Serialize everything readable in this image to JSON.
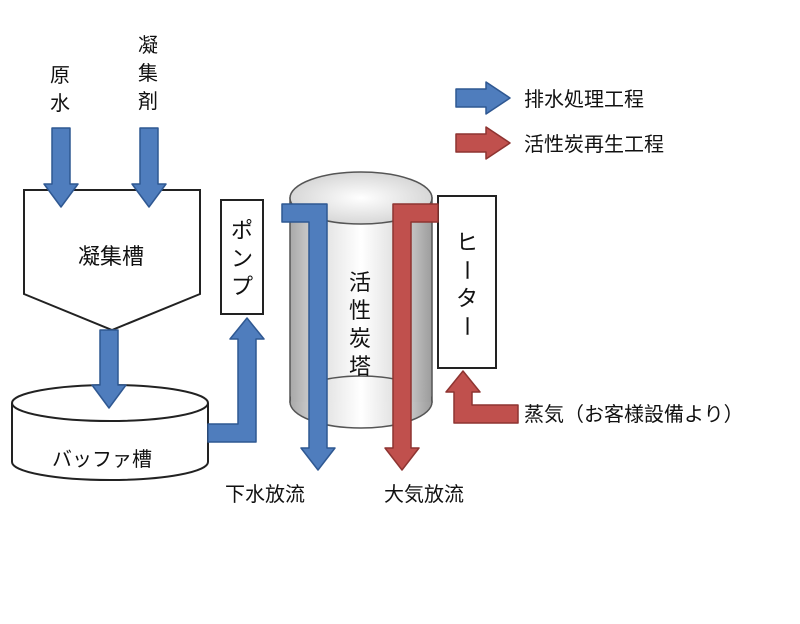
{
  "labels": {
    "raw_water_1": "原",
    "raw_water_2": "水",
    "coagulant_1": "凝",
    "coagulant_2": "集",
    "coagulant_3": "剤",
    "coag_tank": "凝集槽",
    "buffer_tank": "バッファ槽",
    "pump_1": "ポ",
    "pump_2": "ン",
    "pump_3": "プ",
    "tower_1": "活",
    "tower_2": "性",
    "tower_3": "炭",
    "tower_4": "塔",
    "heater_1": "ヒ",
    "heater_2": "ー",
    "heater_3": "タ",
    "heater_4": "ー",
    "sewer": "下水放流",
    "atmos": "大気放流",
    "steam": "蒸気（お客様設備より）"
  },
  "legend": {
    "drain": "排水処理工程",
    "regen": "活性炭再生工程"
  },
  "colors": {
    "blue": "#4f7dbd",
    "blue_edge": "#2f5892",
    "red": "#c0504d",
    "red_edge": "#8e3431"
  }
}
